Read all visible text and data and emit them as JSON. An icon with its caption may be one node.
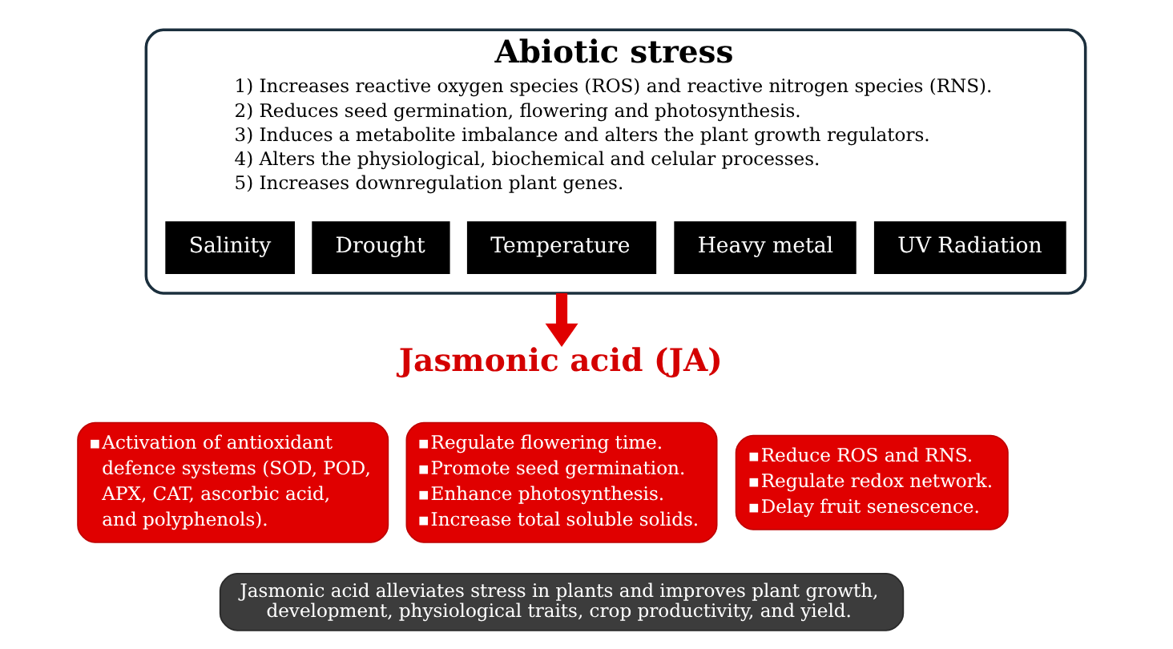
{
  "diagram": {
    "nodes": [
      {
        "text": [
          "Abiotic stress",
          "1) Increases reactive oxygen species (ROS) and reactive nitrogen species (RNS).",
          "2) Reduces seed germination, flowering and photosynthesis.",
          "3) Induces a metabolite imbalance and alters the plant growth regulators.",
          "4) Alters the physiological, biochemical and celular processes.",
          "5) Increases downregulation plant genes."
        ]
      },
      {
        "text": [
          "Salinity"
        ],
        "in": 0
      },
      {
        "text": [
          "Drought"
        ],
        "in": 0
      },
      {
        "text": [
          "Temperature"
        ],
        "in": 0
      },
      {
        "text": [
          "Heavy metal"
        ],
        "in": 0
      },
      {
        "text": [
          "UV Radiation"
        ],
        "in": 0
      },
      {
        "text": [
          "Jasmonic acid (JA)"
        ]
      },
      {
        "text": [
          "Activation of antioxidant defence systems (SOD, POD, APX, CAT, ascorbic acid, and polyphenols)."
        ]
      },
      {
        "text": [
          "Regulate flowering time.",
          "Promote seed germination.",
          "Enhance photosynthesis.",
          "Increase total soluble solids."
        ]
      },
      {
        "text": [
          "Reduce ROS and RNS.",
          "Regulate redox network.",
          "Delay fruit senescence."
        ]
      },
      {
        "text": [
          "Jasmonic acid alleviates stress in plants and improves plant growth, development, physiological traits, crop productivity, and yield."
        ]
      }
    ],
    "edges": [
      {
        "from": 0,
        "to": 6,
        "arrow": "to",
        "color": "#e00000"
      }
    ]
  }
}
